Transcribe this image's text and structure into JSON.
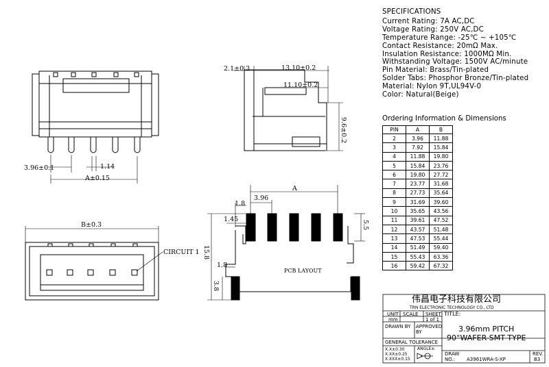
{
  "specifications": {
    "title": "SPECIFICATIONS",
    "lines": [
      "Current Rating: 7A AC,DC",
      "Voltage Rating: 250V AC,DC",
      "Temperature Range: -25℃ ~ +105℃",
      "Contact Resistance: 20mΩ Max.",
      "Insulation Resistance: 1000MΩ Min.",
      "Withstanding Voltage: 1500V AC/minute",
      "Pin Material: Brass/Tin-plated",
      "Solder Tabs: Phosphor Bronze/Tin-plated",
      "Material: Nylon 9T,UL94V-0",
      "Color: Natural(Beige)"
    ]
  },
  "ordering": {
    "title": "Ordering Information & Dimensions",
    "headers": [
      "PIN",
      "A",
      "B"
    ],
    "rows": [
      [
        "2",
        "3.96",
        "11.88"
      ],
      [
        "3",
        "7.92",
        "15.84"
      ],
      [
        "4",
        "11.88",
        "19.80"
      ],
      [
        "5",
        "15.84",
        "23.76"
      ],
      [
        "6",
        "19.80",
        "27.72"
      ],
      [
        "7",
        "23.77",
        "31.68"
      ],
      [
        "8",
        "27.73",
        "35.64"
      ],
      [
        "9",
        "31.69",
        "39.60"
      ],
      [
        "10",
        "35.65",
        "43.56"
      ],
      [
        "11",
        "39.61",
        "47.52"
      ],
      [
        "12",
        "43.57",
        "51.48"
      ],
      [
        "13",
        "47.53",
        "55.44"
      ],
      [
        "14",
        "51.49",
        "59.40"
      ],
      [
        "15",
        "55.43",
        "63.36"
      ],
      [
        "16",
        "59.42",
        "67.32"
      ]
    ]
  },
  "dimensions": {
    "front_pitch": "3.96±0.1",
    "front_pin": "1.14",
    "front_a": "A±0.15",
    "side_21": "2.1±0.3",
    "side_1310": "13.10±0.2",
    "side_1110": "11.10±0.2",
    "side_96": "9.6±0.2",
    "bottom_b": "B±0.3",
    "circuit": "CIRCUIT 1",
    "pcb_a": "A",
    "pcb_396": "3.96",
    "pcb_18a": "1.8",
    "pcb_145": "1.45",
    "pcb_55": "5.5",
    "pcb_158": "15.8",
    "pcb_18b": "1.8",
    "pcb_38": "3.8",
    "pcb_layout": "PCB LAYOUT"
  },
  "title_block": {
    "company_cn": "伟昌电子科技有限公司",
    "company_en": "TRN ELECTRONIC TECHNOLOGY CO., LTD",
    "unit": "UNIT",
    "scale": "SCALE",
    "sheet": "SHEET",
    "title_label": "TITLE:",
    "unit_val": "mm",
    "sheet_val": "1 of 1",
    "drawn_by": "DRAWN BY",
    "approved_by": "APPROVED BY",
    "title1": "3.96mm  PITCH",
    "title2": "90°WAFER-SMT TYPE",
    "general_tol": "GENERAL TOLERANCE",
    "tol1": "X.X±0.30",
    "tol2": "X.XX±0.25",
    "tol3": "X.XXX±0.15",
    "angle": "ANGLE±",
    "draw": "DRAW",
    "no_label": "NO.:",
    "part_no": "A3961WRA-S-XP",
    "rev": "REV.",
    "rev_val": "B3"
  }
}
